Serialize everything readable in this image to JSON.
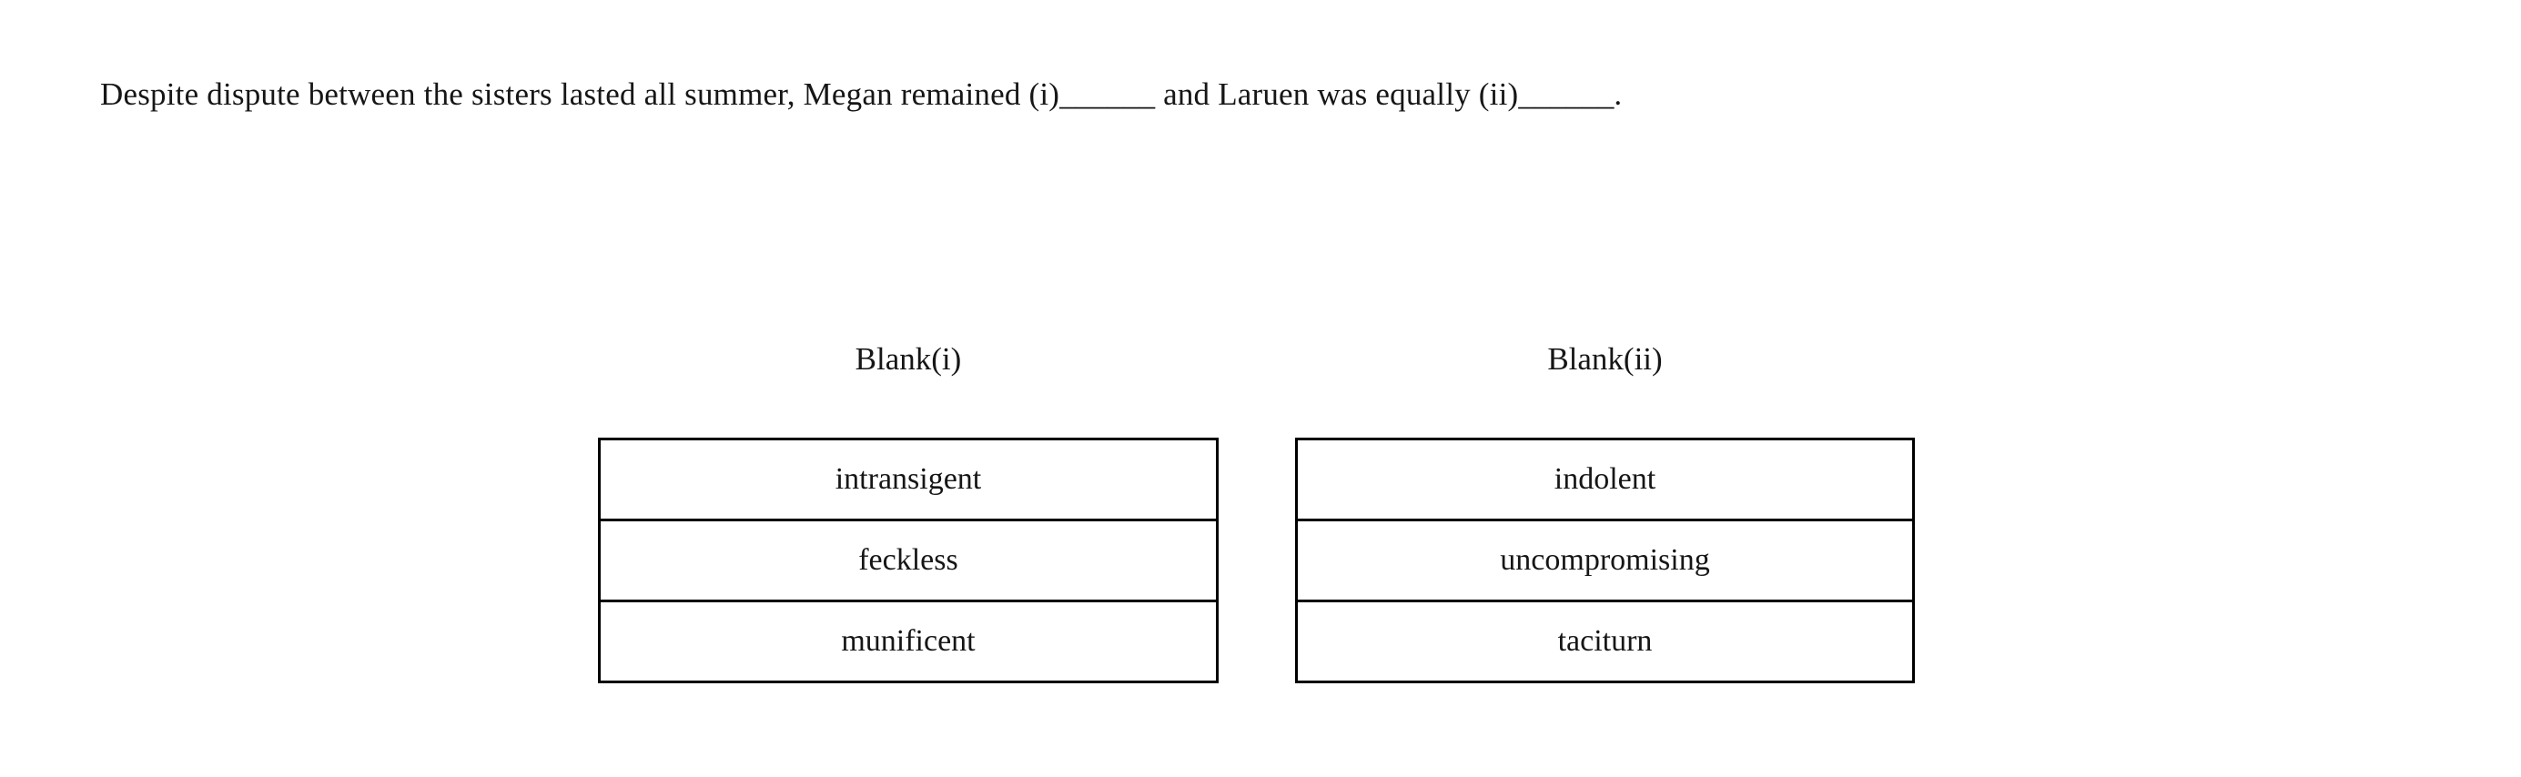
{
  "page": {
    "background": "#ffffff",
    "text_color": "#161616",
    "border_color": "#000000"
  },
  "question": {
    "part_before_blank1": "Despite dispute between the sisters lasted all summer, Megan remained (i)",
    "blank1_placeholder": "______",
    "part_between_blanks": " and Laruen was equally (ii)",
    "blank2_placeholder": "______",
    "part_after_blank2": "."
  },
  "columns": [
    {
      "label": "Blank(i)",
      "options": [
        "intransigent",
        "feckless",
        "munificent"
      ]
    },
    {
      "label": "Blank(ii)",
      "options": [
        "indolent",
        "uncompromising",
        "taciturn"
      ]
    }
  ]
}
